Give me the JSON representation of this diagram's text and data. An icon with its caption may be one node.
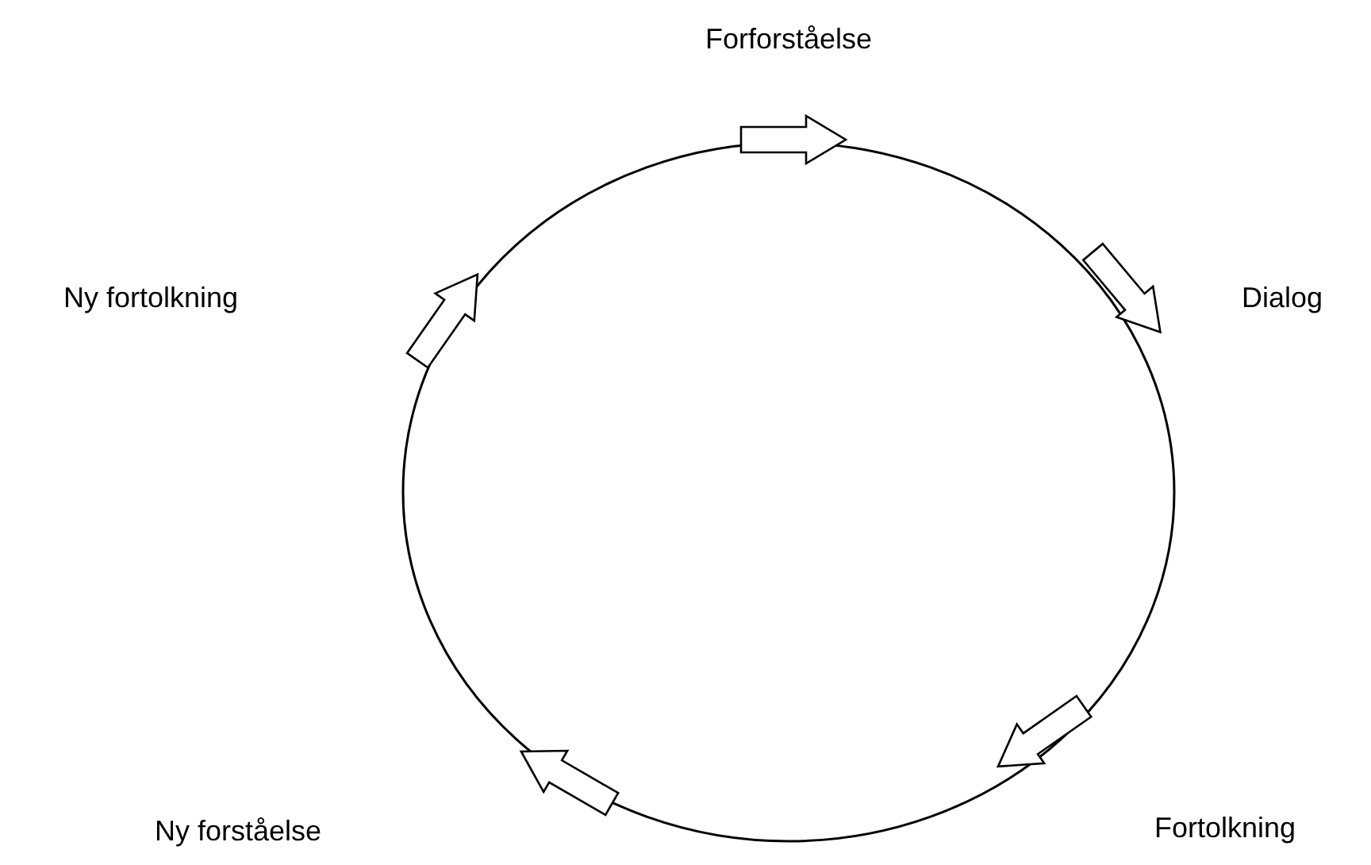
{
  "diagram": {
    "labels": [
      "Forforståelse",
      "Ny fortolkning",
      "Dialog",
      "Ny forståelse",
      "Fortolkning"
    ]
  }
}
